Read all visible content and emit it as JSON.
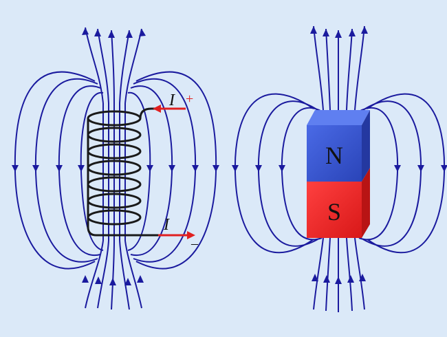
{
  "solenoid": {
    "current_top_symbol": "I",
    "current_top_sign": "+",
    "current_bottom_symbol": "I",
    "current_bottom_sign": "–"
  },
  "magnet": {
    "north_label": "N",
    "south_label": "S"
  },
  "colors": {
    "background": "#dbe9f8",
    "field_line": "#1a1a9e",
    "coil": "#1a1a1a",
    "current_arrow": "#e02020",
    "magnet_north": "#3a5ad8",
    "magnet_south": "#ee2a2a"
  }
}
